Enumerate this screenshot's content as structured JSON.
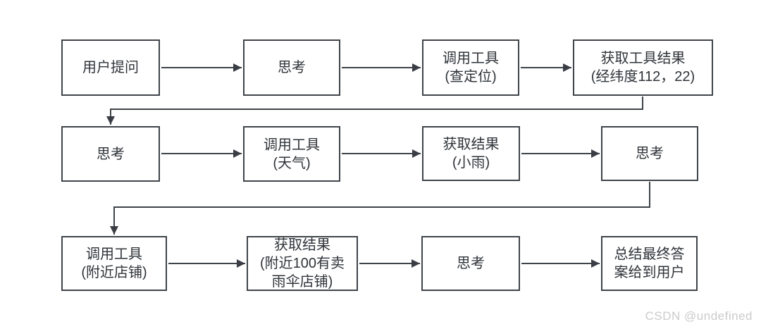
{
  "page": {
    "background": "#ffffff",
    "watermark": "CSDN @undefined"
  },
  "diagram": {
    "type": "flowchart",
    "stroke_color": "#3f444a",
    "text_color": "#2f3338",
    "nodes": [
      {
        "id": "user-question",
        "row": 1,
        "col": 1,
        "label": "用户提问"
      },
      {
        "id": "think-1",
        "row": 1,
        "col": 2,
        "label": "思考"
      },
      {
        "id": "call-tool-location",
        "row": 1,
        "col": 3,
        "label": "调用工具\n(查定位)"
      },
      {
        "id": "tool-result-coords",
        "row": 1,
        "col": 4,
        "label": "获取工具结果\n(经纬度112，22)"
      },
      {
        "id": "think-2",
        "row": 2,
        "col": 1,
        "label": "思考"
      },
      {
        "id": "call-tool-weather",
        "row": 2,
        "col": 2,
        "label": "调用工具\n(天气)"
      },
      {
        "id": "result-light-rain",
        "row": 2,
        "col": 3,
        "label": "获取结果\n(小雨)"
      },
      {
        "id": "think-3",
        "row": 2,
        "col": 4,
        "label": "思考"
      },
      {
        "id": "call-tool-nearby-shops",
        "row": 3,
        "col": 1,
        "label": "调用工具\n(附近店铺)"
      },
      {
        "id": "result-umbrella-shops",
        "row": 3,
        "col": 2,
        "label": "获取结果\n(附近100有卖\n雨伞店铺)"
      },
      {
        "id": "think-4",
        "row": 3,
        "col": 3,
        "label": "思考"
      },
      {
        "id": "final-answer",
        "row": 3,
        "col": 4,
        "label": "总结最终答\n案给到用户"
      }
    ],
    "edges": [
      {
        "from": "user-question",
        "to": "think-1"
      },
      {
        "from": "think-1",
        "to": "call-tool-location"
      },
      {
        "from": "call-tool-location",
        "to": "tool-result-coords"
      },
      {
        "from": "tool-result-coords",
        "to": "think-2"
      },
      {
        "from": "think-2",
        "to": "call-tool-weather"
      },
      {
        "from": "call-tool-weather",
        "to": "result-light-rain"
      },
      {
        "from": "result-light-rain",
        "to": "think-3"
      },
      {
        "from": "think-3",
        "to": "call-tool-nearby-shops"
      },
      {
        "from": "call-tool-nearby-shops",
        "to": "result-umbrella-shops"
      },
      {
        "from": "result-umbrella-shops",
        "to": "think-4"
      },
      {
        "from": "think-4",
        "to": "final-answer"
      }
    ]
  }
}
